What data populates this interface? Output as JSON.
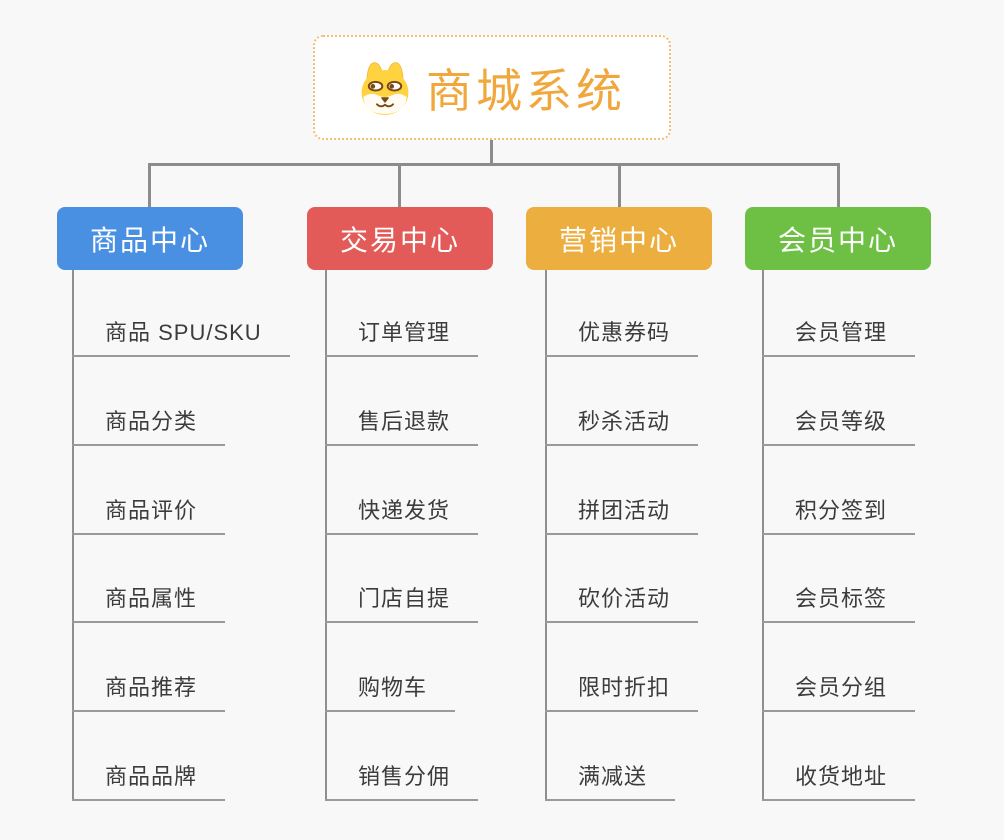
{
  "root": {
    "title": "商城系统",
    "icon": "shiba-dog-icon"
  },
  "branches": [
    {
      "label": "商品中心",
      "color": "#4A90E2",
      "children": [
        "商品 SPU/SKU",
        "商品分类",
        "商品评价",
        "商品属性",
        "商品推荐",
        "商品品牌"
      ]
    },
    {
      "label": "交易中心",
      "color": "#E25B58",
      "children": [
        "订单管理",
        "售后退款",
        "快递发货",
        "门店自提",
        "购物车",
        "销售分佣"
      ]
    },
    {
      "label": "营销中心",
      "color": "#ECAE3E",
      "children": [
        "优惠券码",
        "秒杀活动",
        "拼团活动",
        "砍价活动",
        "限时折扣",
        "满减送"
      ]
    },
    {
      "label": "会员中心",
      "color": "#6DC044",
      "children": [
        "会员管理",
        "会员等级",
        "积分签到",
        "会员标签",
        "会员分组",
        "收货地址"
      ]
    }
  ],
  "colors": {
    "background": "#F8F8F8",
    "connector": "#8C8C8C",
    "trunk": "#8F8F8F",
    "underline": "#9A9A9A",
    "leaf_text": "#3C3C3C",
    "node_text": "#FFFFFF",
    "root_text": "#F0A73C",
    "root_border": "#F2BE74"
  }
}
